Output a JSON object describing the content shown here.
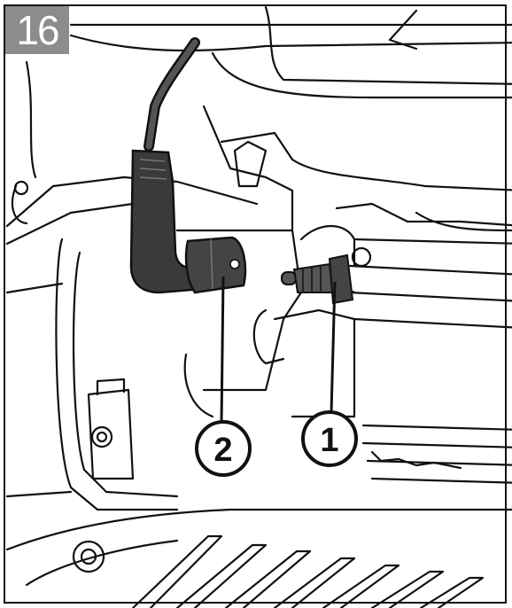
{
  "step": {
    "number": "16"
  },
  "callouts": [
    {
      "label": "1",
      "name": "spark-plug-terminal"
    },
    {
      "label": "2",
      "name": "spark-plug-boot"
    }
  ],
  "colors": {
    "badge": "#8c8c8c",
    "line": "#111111",
    "boot": "#3a3a3a",
    "fill": "#ffffff"
  }
}
